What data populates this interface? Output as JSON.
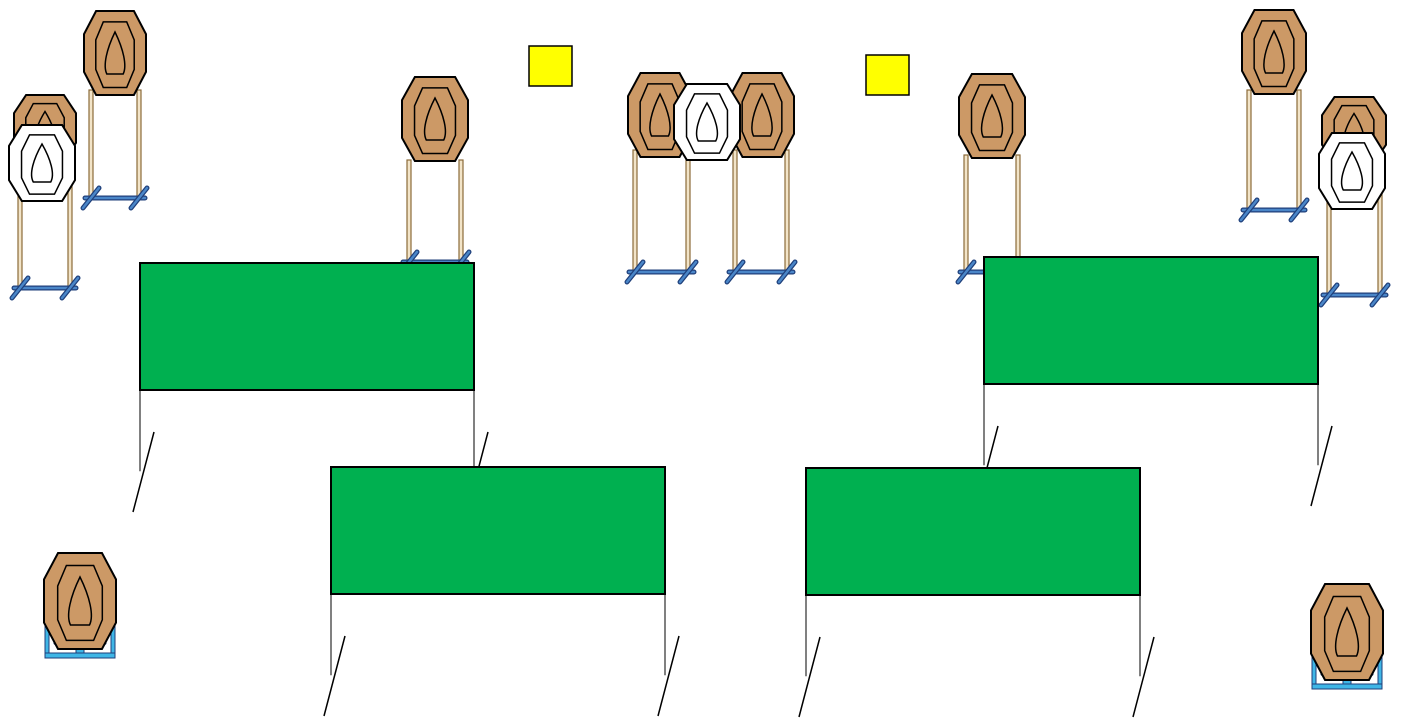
{
  "stage": {
    "name": "shooting-range-stage-diagram"
  },
  "colors": {
    "background": "#ffffff",
    "wall_fill": "#00b050",
    "target_cardboard": "#cc9966",
    "target_no_shoot": "#ffffff",
    "target_outline": "#000000",
    "stand_pole": "#8b6b3a",
    "stand_base": "#4a86c8",
    "popper_base": "#3fb6e6",
    "marker_fill": "#ffff00"
  },
  "elements": {
    "walls": [
      {
        "id": "wall-top-left"
      },
      {
        "id": "wall-top-right"
      },
      {
        "id": "wall-bottom-left"
      },
      {
        "id": "wall-bottom-right"
      }
    ],
    "cardboard_targets_on_stands": [
      {
        "id": "target-far-left-back"
      },
      {
        "id": "target-far-left-front"
      },
      {
        "id": "target-center-left"
      },
      {
        "id": "target-center-pair-left"
      },
      {
        "id": "target-center-pair-right"
      },
      {
        "id": "target-center-right"
      },
      {
        "id": "target-far-right-back"
      },
      {
        "id": "target-far-right-front"
      }
    ],
    "no_shoot_targets": [
      {
        "id": "no-shoot-far-left"
      },
      {
        "id": "no-shoot-center"
      },
      {
        "id": "no-shoot-far-right"
      }
    ],
    "swinger_targets": [
      {
        "id": "swinger-bottom-left"
      },
      {
        "id": "swinger-bottom-right"
      }
    ],
    "markers": [
      {
        "id": "marker-left"
      },
      {
        "id": "marker-right"
      }
    ]
  }
}
